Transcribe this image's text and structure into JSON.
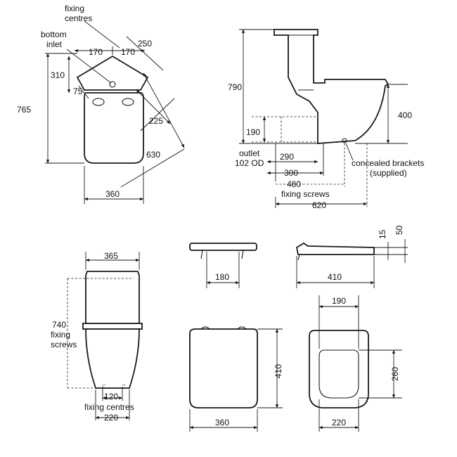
{
  "corner_plan": {
    "label_fixing_centres": "fixing\ncentres",
    "label_bottom_inlet": "bottom\ninlet",
    "dim_170_left": "170",
    "dim_170_right": "170",
    "dim_250": "250",
    "dim_310": "310",
    "dim_75": "75",
    "dim_765": "765",
    "dim_225": "225",
    "dim_630": "630",
    "dim_360": "360"
  },
  "side_view": {
    "dim_790": "790",
    "dim_400": "400",
    "dim_190": "190",
    "label_outlet": "outlet",
    "label_102od": "102 OD",
    "dim_290": "290",
    "dim_300": "300",
    "dim_480": "480",
    "label_fixing_screws": "fixing screws",
    "dim_620": "620",
    "label_concealed": "concealed brackets",
    "label_supplied": "(supplied)"
  },
  "front_view": {
    "dim_365": "365",
    "dim_740": "740",
    "label_fixing": "fixing",
    "label_screws": "screws",
    "dim_120": "120",
    "label_fixing_centres": "fixing centres",
    "dim_220": "220"
  },
  "seat_front": {
    "dim_180": "180"
  },
  "seat_side": {
    "dim_15": "15",
    "dim_50": "50",
    "dim_410": "410"
  },
  "seat_plan": {
    "dim_410": "410",
    "dim_360": "360"
  },
  "seat_open": {
    "dim_190": "190",
    "dim_260": "260",
    "dim_220": "220"
  }
}
